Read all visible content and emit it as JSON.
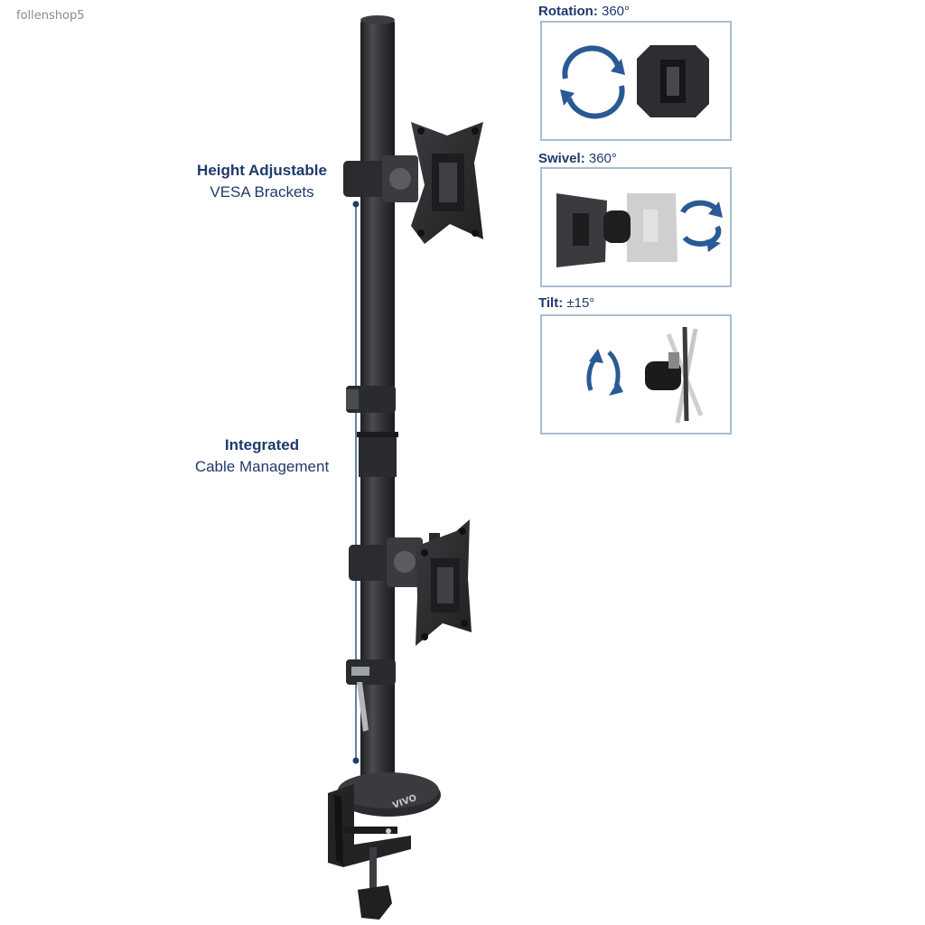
{
  "watermark": "follenshop5",
  "callouts": {
    "height": {
      "title": "Height Adjustable",
      "subtitle": "VESA Brackets"
    },
    "cable": {
      "title": "Integrated",
      "subtitle": "Cable Management"
    }
  },
  "panels": [
    {
      "label": "Rotation:",
      "value": "360°",
      "icon": "rotation-icon"
    },
    {
      "label": "Swivel:",
      "value": "360°",
      "icon": "swivel-icon"
    },
    {
      "label": "Tilt:",
      "value": "±15°",
      "icon": "tilt-icon"
    }
  ],
  "colors": {
    "accent": "#1f3a6b",
    "arrow_blue": "#2a5a95",
    "panel_border": "#a9bdd0",
    "steel": "#2e2f31"
  },
  "clamp_logo": "VIVO"
}
